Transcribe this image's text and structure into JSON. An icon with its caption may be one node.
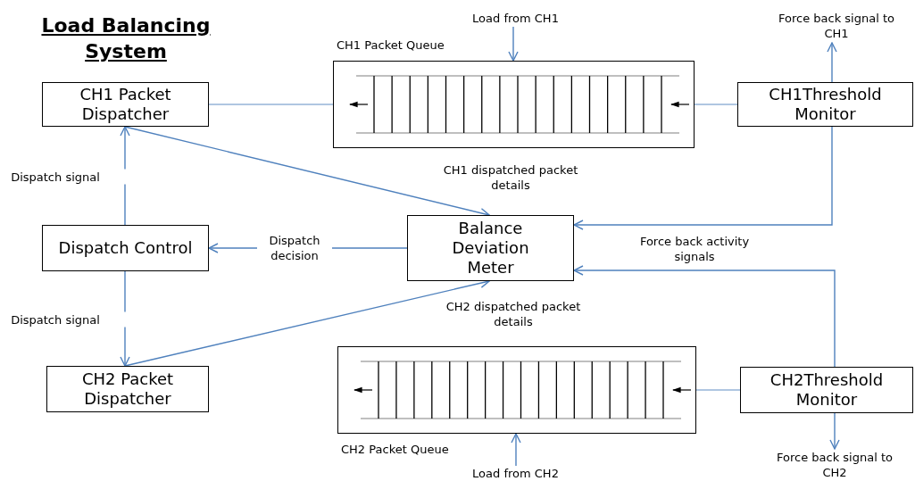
{
  "diagram": {
    "title": "Load Balancing System",
    "nodes": [
      {
        "text": [
          "CH1 Packet Dispatcher"
        ]
      },
      {
        "text": [
          "CH1 Packet Queue"
        ]
      },
      {
        "text": [
          "CH1Threshold Monitor"
        ]
      },
      {
        "text": [
          "Load from CH1"
        ]
      },
      {
        "text": [
          "Force back signal to CH1"
        ]
      },
      {
        "text": [
          "Dispatch Control"
        ]
      },
      {
        "text": [
          "Balance Deviation Meter"
        ]
      },
      {
        "text": [
          "CH2 Packet Dispatcher"
        ]
      },
      {
        "text": [
          "CH2 Packet Queue"
        ]
      },
      {
        "text": [
          "CH2Threshold Monitor"
        ]
      },
      {
        "text": [
          "Load from CH2"
        ]
      },
      {
        "text": [
          "Force back signal to CH2"
        ]
      }
    ],
    "edges": [
      {
        "from": 0,
        "to": 1,
        "arrow": "none",
        "color": "#95b3d7"
      },
      {
        "from": 1,
        "to": 2,
        "arrow": "none",
        "color": "#95b3d7"
      },
      {
        "from": 3,
        "to": 1,
        "arrow": "to"
      },
      {
        "from": 2,
        "to": 4,
        "arrow": "to"
      },
      {
        "from": 5,
        "to": 0,
        "arrow": "to",
        "label": "Dispatch signal"
      },
      {
        "from": 5,
        "to": 7,
        "arrow": "to",
        "label": "Dispatch signal"
      },
      {
        "from": 0,
        "to": 6,
        "arrow": "to",
        "label": "CH1 dispatched packet details"
      },
      {
        "from": 7,
        "to": 6,
        "arrow": "to",
        "label": "CH2 dispatched packet details"
      },
      {
        "from": 6,
        "to": 5,
        "arrow": "to",
        "label": "Dispatch decision"
      },
      {
        "from": 2,
        "to": 6,
        "arrow": "to"
      },
      {
        "from": 9,
        "to": 6,
        "arrow": "to",
        "label": "Force back activity signals"
      },
      {
        "from": 9,
        "to": 11,
        "arrow": "to"
      },
      {
        "from": 10,
        "to": 8,
        "arrow": "to"
      },
      {
        "from": 8,
        "to": 9,
        "arrow": "none",
        "color": "#95b3d7"
      }
    ]
  }
}
